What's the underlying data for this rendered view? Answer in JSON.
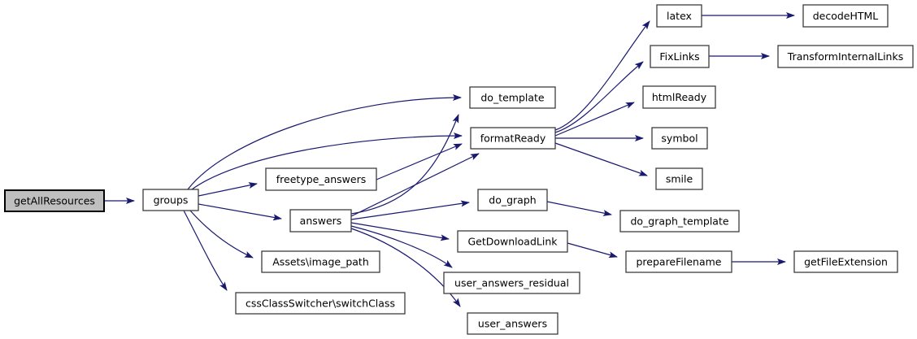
{
  "diagram": {
    "type": "call-graph",
    "colors": {
      "background": "#ffffff",
      "edge": "#191970",
      "node_fill": "#ffffff",
      "node_border": "#3d3d3d",
      "highlight_fill": "#bfbfbf",
      "highlight_border": "#000000",
      "text": "#000000"
    },
    "nodes": [
      {
        "id": "getAllResources",
        "label": "getAllResources",
        "highlighted": true
      },
      {
        "id": "groups",
        "label": "groups",
        "highlighted": false
      },
      {
        "id": "freetype_answers",
        "label": "freetype_answers",
        "highlighted": false
      },
      {
        "id": "answers",
        "label": "answers",
        "highlighted": false
      },
      {
        "id": "assets_image_path",
        "label": "Assets\\image_path",
        "highlighted": false
      },
      {
        "id": "cssclassswitcher_switchclass",
        "label": "cssClassSwitcher\\switchClass",
        "highlighted": false
      },
      {
        "id": "do_template",
        "label": "do_template",
        "highlighted": false
      },
      {
        "id": "formatReady",
        "label": "formatReady",
        "highlighted": false
      },
      {
        "id": "do_graph",
        "label": "do_graph",
        "highlighted": false
      },
      {
        "id": "GetDownloadLink",
        "label": "GetDownloadLink",
        "highlighted": false
      },
      {
        "id": "user_answers_residual",
        "label": "user_answers_residual",
        "highlighted": false
      },
      {
        "id": "user_answers",
        "label": "user_answers",
        "highlighted": false
      },
      {
        "id": "latex",
        "label": "latex",
        "highlighted": false
      },
      {
        "id": "FixLinks",
        "label": "FixLinks",
        "highlighted": false
      },
      {
        "id": "htmlReady",
        "label": "htmlReady",
        "highlighted": false
      },
      {
        "id": "symbol",
        "label": "symbol",
        "highlighted": false
      },
      {
        "id": "smile",
        "label": "smile",
        "highlighted": false
      },
      {
        "id": "do_graph_template",
        "label": "do_graph_template",
        "highlighted": false
      },
      {
        "id": "prepareFilename",
        "label": "prepareFilename",
        "highlighted": false
      },
      {
        "id": "decodeHTML",
        "label": "decodeHTML",
        "highlighted": false
      },
      {
        "id": "TransformInternalLinks",
        "label": "TransformInternalLinks",
        "highlighted": false
      },
      {
        "id": "getFileExtension",
        "label": "getFileExtension",
        "highlighted": false
      }
    ],
    "edges": [
      {
        "from": "getAllResources",
        "to": "groups"
      },
      {
        "from": "groups",
        "to": "do_template"
      },
      {
        "from": "groups",
        "to": "formatReady"
      },
      {
        "from": "groups",
        "to": "freetype_answers"
      },
      {
        "from": "groups",
        "to": "answers"
      },
      {
        "from": "groups",
        "to": "assets_image_path"
      },
      {
        "from": "groups",
        "to": "cssclassswitcher_switchclass"
      },
      {
        "from": "freetype_answers",
        "to": "formatReady"
      },
      {
        "from": "answers",
        "to": "do_template"
      },
      {
        "from": "answers",
        "to": "formatReady"
      },
      {
        "from": "answers",
        "to": "do_graph"
      },
      {
        "from": "answers",
        "to": "GetDownloadLink"
      },
      {
        "from": "answers",
        "to": "user_answers_residual"
      },
      {
        "from": "answers",
        "to": "user_answers"
      },
      {
        "from": "formatReady",
        "to": "latex"
      },
      {
        "from": "formatReady",
        "to": "FixLinks"
      },
      {
        "from": "formatReady",
        "to": "htmlReady"
      },
      {
        "from": "formatReady",
        "to": "symbol"
      },
      {
        "from": "formatReady",
        "to": "smile"
      },
      {
        "from": "do_graph",
        "to": "do_graph_template"
      },
      {
        "from": "GetDownloadLink",
        "to": "prepareFilename"
      },
      {
        "from": "prepareFilename",
        "to": "getFileExtension"
      },
      {
        "from": "latex",
        "to": "decodeHTML"
      },
      {
        "from": "FixLinks",
        "to": "TransformInternalLinks"
      }
    ]
  }
}
